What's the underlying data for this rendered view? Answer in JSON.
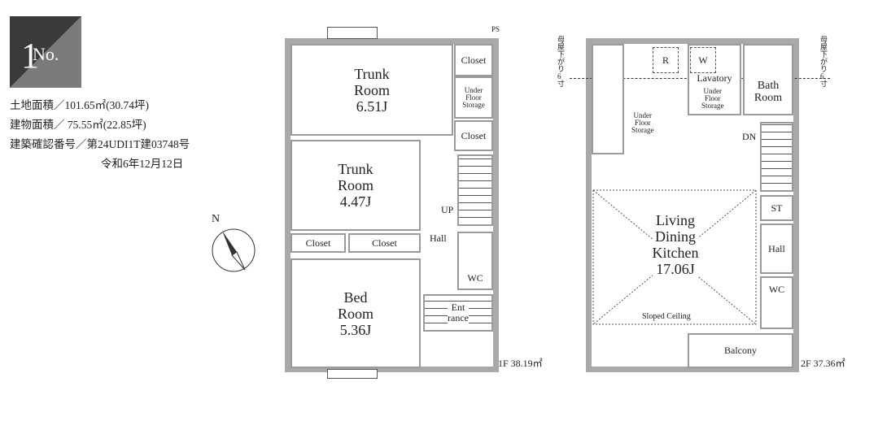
{
  "badge": {
    "prefix": "No.",
    "number": "1"
  },
  "info": {
    "land_area": "土地面積／101.65㎡(30.74坪)",
    "building_area": "建物面積／ 75.55㎡(22.85坪)",
    "confirmation_no": "建築確認番号／第24UDI1T建03748号",
    "date": "令和6年12月12日"
  },
  "compass": {
    "north": "N"
  },
  "floor1": {
    "area": "1F 38.19㎡",
    "ps": "PS",
    "rooms": {
      "trunk1": "Trunk\nRoom\n6.51J",
      "trunk2": "Trunk\nRoom\n4.47J",
      "bed": "Bed\nRoom\n5.36J",
      "closet_a": "Closet",
      "closet_b": "Closet",
      "closet_c": "Closet",
      "closet_d": "Closet",
      "under_floor": "Under\nFloor\nStorage",
      "up": "UP",
      "hall": "Hall",
      "wc": "WC",
      "entrance": "Ent\nrance"
    }
  },
  "floor2": {
    "area": "2F 37.36㎡",
    "roof_note": "母屋下がり6寸",
    "rooms": {
      "ldk": "Living\nDining\nKitchen\n17.06J",
      "sloped": "Sloped Ceiling",
      "r": "R",
      "w": "W",
      "lavatory": "Lavatory",
      "under_floor_a": "Under\nFloor\nStorage",
      "under_floor_b": "Under\nFloor\nStorage",
      "bath": "Bath\nRoom",
      "dn": "DN",
      "st": "ST",
      "hall": "Hall",
      "wc": "WC",
      "balcony": "Balcony"
    }
  }
}
